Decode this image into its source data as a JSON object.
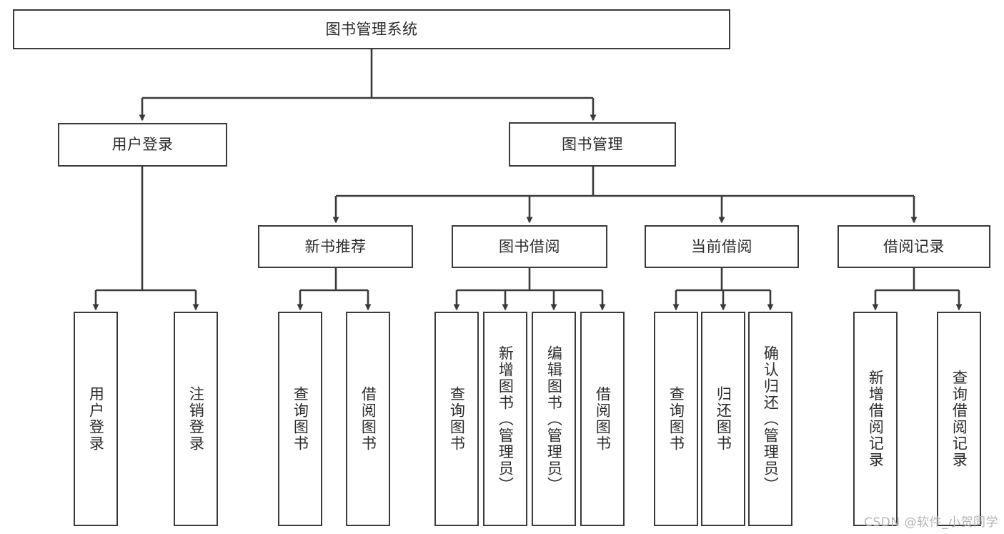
{
  "diagram": {
    "title": "图书管理系统",
    "watermark": "CSDN @软件_小贺同学",
    "colors": {
      "background": "#ffffff",
      "stroke": "#3a3a3a",
      "text": "#2b2b2b",
      "watermark": "#b6b6b6"
    },
    "root": {
      "label": "图书管理系统"
    },
    "level2": [
      {
        "label": "用户登录"
      },
      {
        "label": "图书管理"
      }
    ],
    "level3": [
      {
        "label": "新书推荐"
      },
      {
        "label": "图书借阅"
      },
      {
        "label": "当前借阅"
      },
      {
        "label": "借阅记录"
      }
    ],
    "leaves": {
      "user_login": [
        {
          "label": "用户登录"
        },
        {
          "label": "注销登录"
        }
      ],
      "new_book_recommend": [
        {
          "label": "查询图书"
        },
        {
          "label": "借阅图书"
        }
      ],
      "book_borrow": [
        {
          "label": "查询图书"
        },
        {
          "label": "新增图书（管理员）"
        },
        {
          "label": "编辑图书（管理员）"
        },
        {
          "label": "借阅图书"
        }
      ],
      "current_borrow": [
        {
          "label": "查询图书"
        },
        {
          "label": "归还图书"
        },
        {
          "label": "确认归还（管理员）"
        }
      ],
      "borrow_record": [
        {
          "label": "新增借阅记录"
        },
        {
          "label": "查询借阅记录"
        }
      ]
    }
  }
}
